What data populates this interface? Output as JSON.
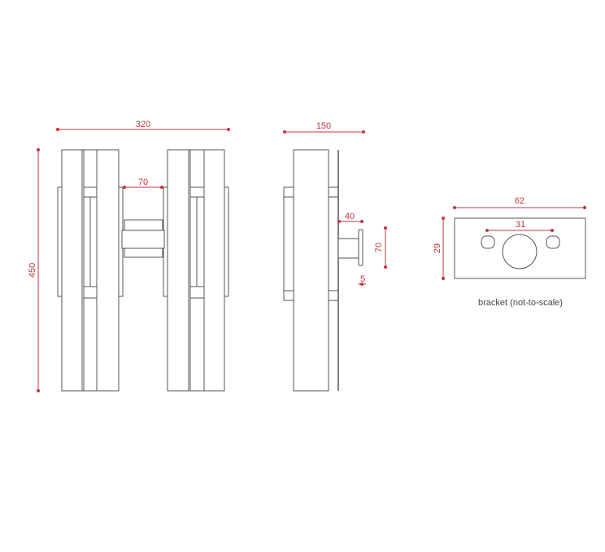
{
  "front_view": {
    "width_label": "320",
    "height_label": "450",
    "gap_label": "70"
  },
  "side_view": {
    "depth_label": "150",
    "arm_label": "40",
    "flange_label": "70",
    "thickness_label": "5"
  },
  "bracket": {
    "width_label": "62",
    "height_label": "29",
    "hole_spacing_label": "31",
    "caption": "bracket (not-to-scale)"
  },
  "colors": {
    "dimension": "#c4343f",
    "outline": "#555555"
  }
}
